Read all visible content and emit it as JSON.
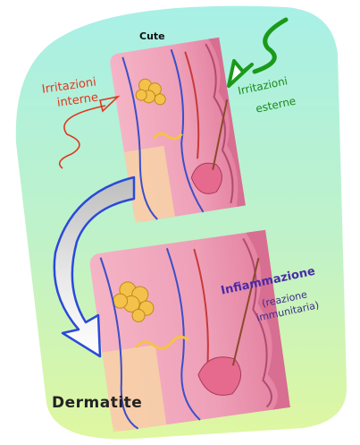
{
  "labels": {
    "cute": "Cute",
    "irritazioni_interne_line1": "Irritazioni",
    "irritazioni_interne_line2": "interne",
    "irritazioni_esterne_line1": "Irritazioni",
    "irritazioni_esterne_line2": "esterne",
    "infiammazione": "Infiammazione",
    "reazione_line1": "(reazione",
    "reazione_line2": "immunitaria)",
    "dermatite": "Dermatite"
  },
  "colors": {
    "background_top": "#a8f0e6",
    "background_bottom": "#d8f7a8",
    "skin_pink": "#f2a2bb",
    "epidermis": "#e58aa8",
    "gland_yellow": "#f4c24a",
    "vessel_blue": "#3a4fc8",
    "irritation_internal": "#e0361f",
    "irritation_external": "#1a8a1a",
    "inflammation_text": "#4a2aa8",
    "arrow_outline": "#2a4ad8",
    "arrow_fill_gray": "#c8c8c8"
  }
}
